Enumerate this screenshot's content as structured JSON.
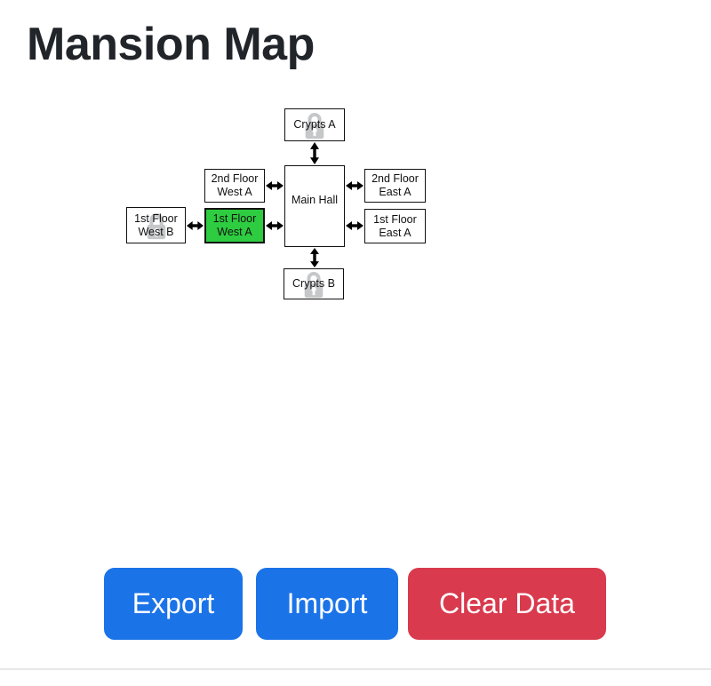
{
  "page": {
    "title": "Mansion Map",
    "title_color": "#212529"
  },
  "map": {
    "nodes": [
      {
        "id": "crypts-a",
        "line1": "Crypts A",
        "line2": "",
        "locked": true,
        "current": false
      },
      {
        "id": "2nd-floor-west-a",
        "line1": "2nd Floor",
        "line2": "West A",
        "locked": false,
        "current": false
      },
      {
        "id": "main-hall",
        "line1": "Main Hall",
        "line2": "",
        "locked": false,
        "current": false
      },
      {
        "id": "2nd-floor-east-a",
        "line1": "2nd Floor",
        "line2": "East A",
        "locked": false,
        "current": false
      },
      {
        "id": "1st-floor-west-b",
        "line1": "1st Floor",
        "line2": "West B",
        "locked": true,
        "current": false
      },
      {
        "id": "1st-floor-west-a",
        "line1": "1st Floor",
        "line2": "West A",
        "locked": false,
        "current": true
      },
      {
        "id": "1st-floor-east-a",
        "line1": "1st Floor",
        "line2": "East A",
        "locked": false,
        "current": false
      },
      {
        "id": "crypts-b",
        "line1": "Crypts B",
        "line2": "",
        "locked": true,
        "current": false
      }
    ],
    "edges": [
      {
        "from": "crypts-a",
        "to": "main-hall",
        "bidirectional": true
      },
      {
        "from": "2nd-floor-west-a",
        "to": "main-hall",
        "bidirectional": true
      },
      {
        "from": "1st-floor-west-a",
        "to": "main-hall",
        "bidirectional": true
      },
      {
        "from": "1st-floor-west-b",
        "to": "1st-floor-west-a",
        "bidirectional": true
      },
      {
        "from": "main-hall",
        "to": "2nd-floor-east-a",
        "bidirectional": true
      },
      {
        "from": "main-hall",
        "to": "1st-floor-east-a",
        "bidirectional": true
      },
      {
        "from": "main-hall",
        "to": "crypts-b",
        "bidirectional": true
      }
    ],
    "colors": {
      "current_room": "#2ecc40",
      "room_bg": "#ffffff",
      "border": "#111111",
      "lock": "#c5c7c9",
      "arrow": "#000000"
    }
  },
  "toolbar": {
    "export_label": "Export",
    "import_label": "Import",
    "clear_label": "Clear Data",
    "primary_color": "#1b73e8",
    "danger_color": "#d93a4d"
  }
}
